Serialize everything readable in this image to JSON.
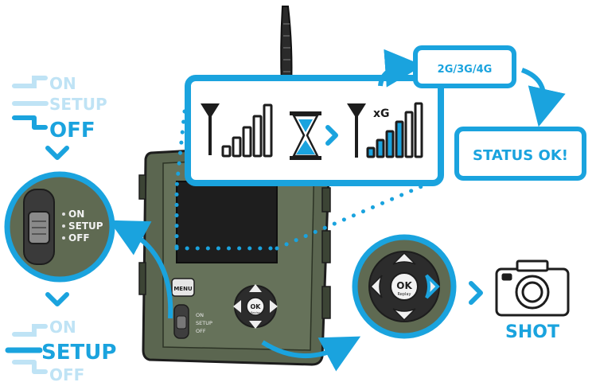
{
  "colors": {
    "accent": "#1aa3de",
    "accent_light": "#bfe3f5",
    "camera_body": "#5b6650",
    "screen": "#1e1e1e",
    "dark": "#1d1d1d"
  },
  "switch_top": {
    "on": "ON",
    "setup": "SETUP",
    "off": "OFF",
    "active": "off"
  },
  "switch_bottom": {
    "on": "ON",
    "setup": "SETUP",
    "off": "OFF",
    "active": "setup"
  },
  "switch_zoom": {
    "on": "ON",
    "setup": "SETUP",
    "off": "OFF"
  },
  "camera": {
    "menu_label": "MENU",
    "ok_label": "OK",
    "ok_sublabel": "Replay",
    "switch_on": "ON",
    "switch_setup": "SETUP",
    "switch_off": "OFF"
  },
  "dpad_zoom": {
    "ok_label": "OK",
    "ok_sublabel": "Replay"
  },
  "signal_panel": {
    "xg_label": "xG"
  },
  "network_box": {
    "label": "2G/3G/4G"
  },
  "status_box": {
    "label": "STATUS OK!"
  },
  "shot": {
    "label": "SHOT"
  },
  "icons": [
    "antenna-icon",
    "signal-bars-icon",
    "hourglass-icon",
    "chevron-right-icon",
    "camera-icon",
    "chevron-down-icon",
    "switch-slider-icon"
  ]
}
